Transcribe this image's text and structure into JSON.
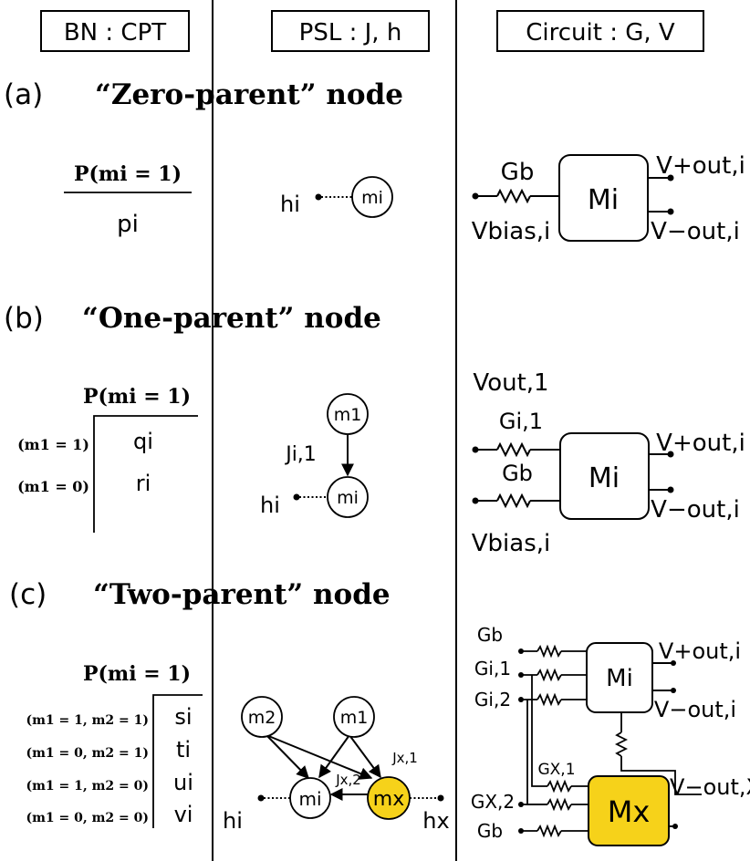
{
  "columns": {
    "bn": "BN : CPT",
    "psl": "PSL : J, h",
    "circuit": "Circuit : G, V"
  },
  "sections": {
    "a": {
      "letter": "(a)",
      "title": "“Zero-parent” node"
    },
    "b": {
      "letter": "(b)",
      "title": "“One-parent” node"
    },
    "c": {
      "letter": "(c)",
      "title": "“Two-parent” node"
    }
  },
  "cpt": {
    "a": {
      "header": "P(mi = 1)",
      "value": "pi"
    },
    "b": {
      "header": "P(mi = 1)",
      "rows": [
        {
          "cond": "(m1 = 1)",
          "value": "qi"
        },
        {
          "cond": "(m1 = 0)",
          "value": "ri"
        }
      ]
    },
    "c": {
      "header": "P(mi = 1)",
      "rows": [
        {
          "cond": "(m1 = 1, m2 = 1)",
          "value": "si"
        },
        {
          "cond": "(m1 = 0, m2 = 1)",
          "value": "ti"
        },
        {
          "cond": "(m1 = 1, m2 = 0)",
          "value": "ui"
        },
        {
          "cond": "(m1 = 0, m2 = 0)",
          "value": "vi"
        }
      ]
    }
  },
  "psl": {
    "a": {
      "h": "hi",
      "node": "mi"
    },
    "b": {
      "parent": "m1",
      "J": "Ji,1",
      "h": "hi",
      "node": "mi"
    },
    "c": {
      "m2": "m2",
      "m1": "m1",
      "mi": "mi",
      "mx": "mx",
      "Jx1": "Jx,1",
      "Jx2": "Jx,2",
      "hi": "hi",
      "hx": "hx",
      "highlight_color": "#f6d21a"
    }
  },
  "circuit": {
    "a": {
      "G": "Gb",
      "block": "Mi",
      "vbias": "Vbias,i",
      "vplus": "V+out,i",
      "vminus": "V−out,i"
    },
    "b": {
      "vout1": "Vout,1",
      "G1": "Gi,1",
      "Gb": "Gb",
      "block": "Mi",
      "vbias": "Vbias,i",
      "vplus": "V+out,i",
      "vminus": "V−out,i"
    },
    "c": {
      "Gb_top": "Gb",
      "Gi1": "Gi,1",
      "Gi2": "Gi,2",
      "Gx1": "GX,1",
      "Gx2": "GX,2",
      "Gb_bot": "Gb",
      "block_i": "Mi",
      "block_x": "Mx",
      "vplus": "V+out,i",
      "vminus": "V−out,i",
      "vminus_x": "V−out,X",
      "highlight_color": "#f6d21a"
    }
  }
}
